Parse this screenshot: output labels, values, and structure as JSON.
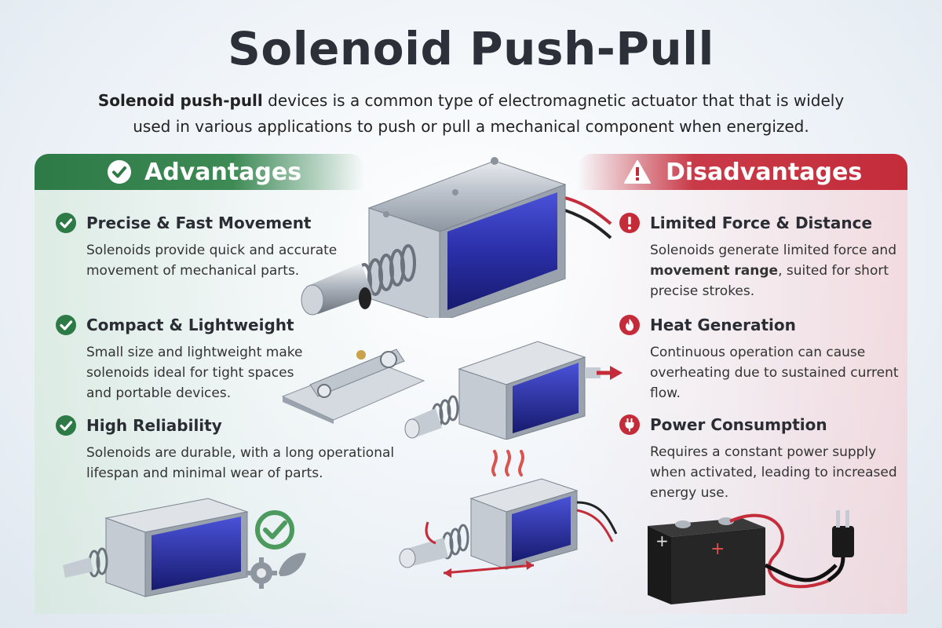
{
  "title": "Solenoid Push-Pull",
  "subtitle": {
    "bold": "Solenoid push-pull",
    "rest": " devices is a common type of electromagnetic actuator that that is widely used in various applications to push or pull a mechanical component when energized."
  },
  "advantages": {
    "heading": "Advantages",
    "items": [
      {
        "title": "Precise & Fast Movement",
        "text": "Solenoids provide quick and accurate movement of mechanical parts."
      },
      {
        "title": "Compact & Lightweight",
        "text": "Small size and lightweight make solenoids ideal for tight spaces and portable devices."
      },
      {
        "title": "High Reliability",
        "text": "Solenoids are durable, with a long operational lifespan and minimal wear of parts."
      }
    ]
  },
  "disadvantages": {
    "heading": "Disadvantages",
    "items": [
      {
        "title": "Limited Force & Distance",
        "text_pre": "Solenoids generate limited force and ",
        "text_bold": "movement range",
        "text_post": ", suited for short precise strokes."
      },
      {
        "title": "Heat Generation",
        "text": "Continuous operation can cause overheating due to sustained current flow."
      },
      {
        "title": "Power Consumption",
        "text": "Requires a constant power supply when activated, leading to increased energy use."
      }
    ]
  },
  "battery": {
    "plus": "+",
    "minus": "+"
  },
  "colors": {
    "green": "#2e7a47",
    "red": "#c42c3a",
    "coil": "#2a2fa8"
  },
  "icons": [
    "check-circle-icon",
    "warning-triangle-icon",
    "exclamation-circle-icon",
    "flame-icon",
    "plug-icon",
    "gear-icon",
    "leaf-icon",
    "heat-waves-icon"
  ]
}
